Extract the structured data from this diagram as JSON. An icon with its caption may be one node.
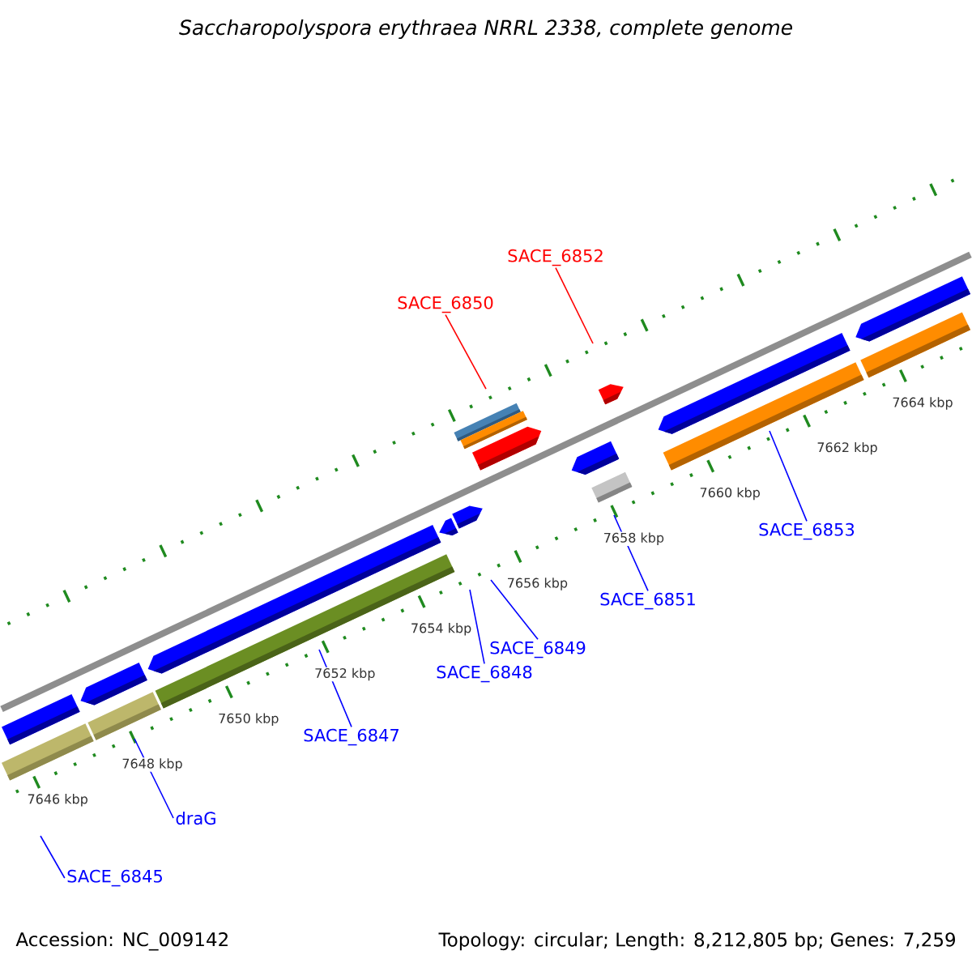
{
  "diagram": {
    "title": "Saccharopolyspora erythraea NRRL 2338, complete genome",
    "nodes": [
      {
        "text": [
          "SACE_6852"
        ]
      },
      {
        "text": [
          "SACE_6850"
        ]
      },
      {
        "text": [
          "SACE_6853"
        ]
      },
      {
        "text": [
          "SACE_6851"
        ]
      },
      {
        "text": [
          "SACE_6849"
        ]
      },
      {
        "text": [
          "SACE_6848"
        ]
      },
      {
        "text": [
          "SACE_6847"
        ]
      },
      {
        "text": [
          "draG"
        ]
      },
      {
        "text": [
          "SACE_6845"
        ]
      }
    ],
    "edges": [
      {
        "from": 0,
        "to": null,
        "arrow": "none",
        "color": "#ff0000"
      },
      {
        "from": 1,
        "to": null,
        "arrow": "none",
        "color": "#ff0000"
      },
      {
        "from": 2,
        "to": null,
        "arrow": "none"
      },
      {
        "from": 3,
        "to": null,
        "arrow": "none"
      },
      {
        "from": 4,
        "to": null,
        "arrow": "none"
      },
      {
        "from": 5,
        "to": null,
        "arrow": "none"
      },
      {
        "from": 6,
        "to": null,
        "arrow": "none"
      },
      {
        "from": 7,
        "to": null,
        "arrow": "none"
      },
      {
        "from": 8,
        "to": null,
        "arrow": "none"
      }
    ],
    "labels": [
      "7664 kbp",
      "7662 kbp",
      "7660 kbp",
      "7658 kbp",
      "7656 kbp",
      "7654 kbp",
      "7652 kbp",
      "7650 kbp",
      "7648 kbp",
      "7646 kbp",
      "Accession: NC_009142",
      "Topology: circular; Length: 8,212,805 bp; Genes: 7,259"
    ]
  }
}
